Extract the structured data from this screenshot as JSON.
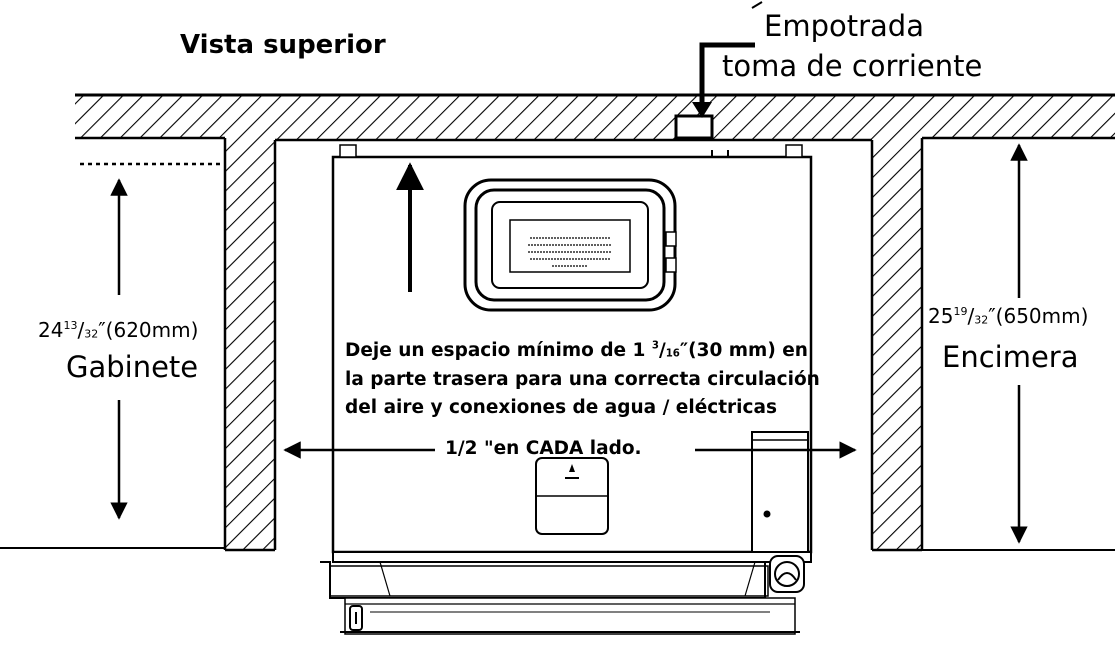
{
  "title": "Vista superior",
  "outlet_label": {
    "line1": "Empotrada",
    "line2": "toma de corriente"
  },
  "left_dimension": {
    "whole": "24",
    "num": "13",
    "den": "32",
    "mm": "″(620mm)",
    "name": "Gabinete"
  },
  "right_dimension": {
    "whole": "25",
    "num": "19",
    "den": "32",
    "mm": "″(650mm)",
    "name": "Encimera"
  },
  "rear_clearance_note": {
    "line1_pre": "Deje un espacio mínimo de 1",
    "line1_num": "3",
    "line1_den": "16",
    "line1_post": "″(30 mm) en",
    "line2": "la parte trasera para una correcta circulación",
    "line3": "del aire y conexiones de agua / eléctricas"
  },
  "side_clearance_note": "1/2 \"en CADA lado."
}
